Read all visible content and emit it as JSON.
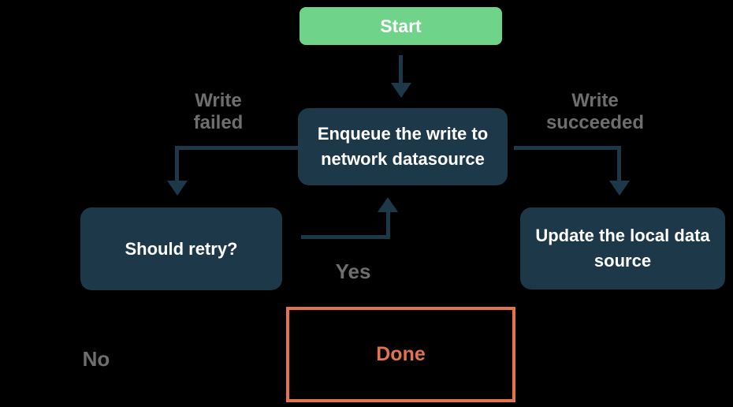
{
  "colors": {
    "background": "#000000",
    "node_fill": "#1D3849",
    "node_text": "#FFFFFF",
    "start_fill": "#6FD48A",
    "done_border": "#E2734B",
    "arrow": "#1D3849",
    "edge_label_text": "#6E6E6E"
  },
  "nodes": {
    "start": {
      "label": "Start"
    },
    "enqueue": {
      "label": "Enqueue the write to\nnetwork datasource"
    },
    "should_retry": {
      "label": "Should retry?"
    },
    "update_local": {
      "label": "Update the local data\nsource"
    },
    "done": {
      "label": "Done"
    }
  },
  "edge_labels": {
    "write_failed": "Write\nfailed",
    "write_succeeded": "Write\nsucceeded",
    "yes": "Yes",
    "no": "No"
  }
}
